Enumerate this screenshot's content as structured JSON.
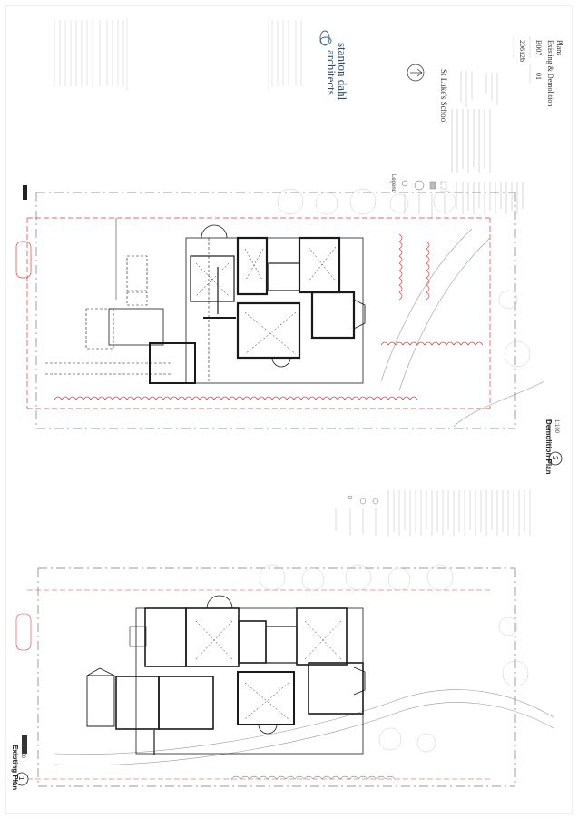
{
  "practice": {
    "name_line1": "stanton dahl",
    "name_line2": "architects"
  },
  "project": {
    "client": "St Luke's School",
    "number": "20612b",
    "drawing_no": "B007",
    "revision": "01",
    "drawing_title_line1": "Existing & Demolition",
    "drawing_title_line2": "Plans"
  },
  "views": [
    {
      "number": "1",
      "title": "Existing Plan",
      "scale": "1:100"
    },
    {
      "number": "2",
      "title": "Demolition Plan",
      "scale": "1:100"
    }
  ],
  "legend": {
    "title": "Legend"
  },
  "colors": {
    "linework": "#1a1a1a",
    "demolition": "#e03a3a",
    "faint": "#9a9a9a"
  }
}
